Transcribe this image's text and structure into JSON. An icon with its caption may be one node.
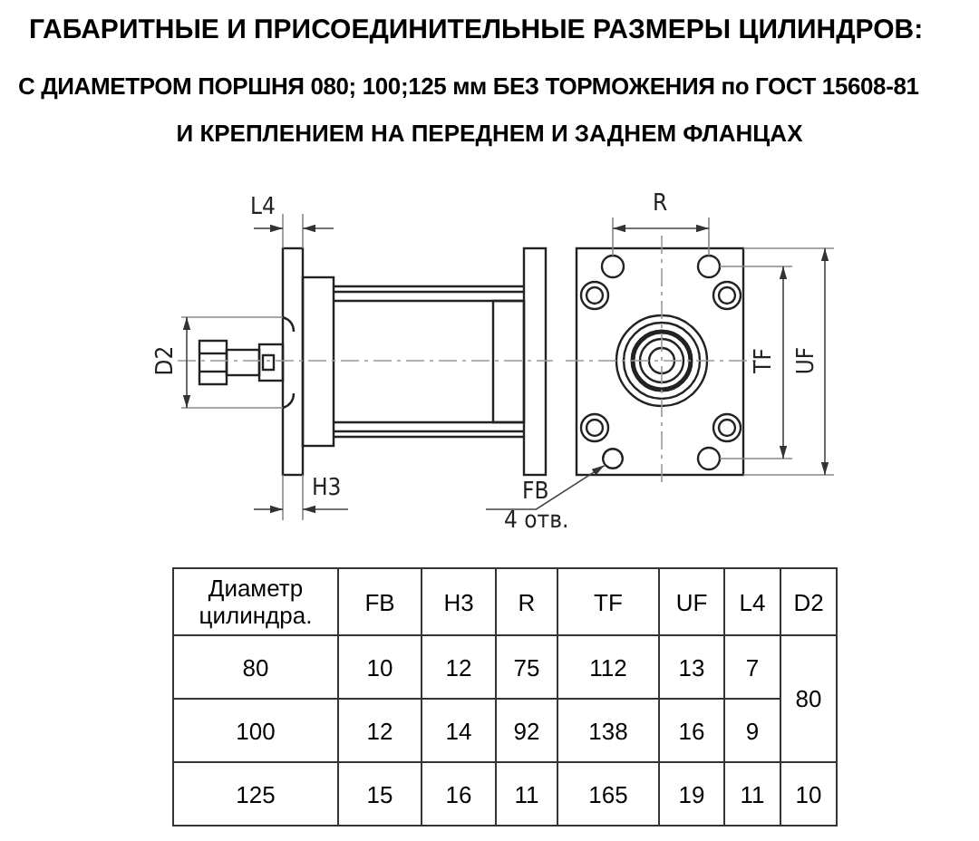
{
  "diagram": {
    "title": "ГАБАРИТНЫЕ И ПРИСОЕДИНИТЕЛЬНЫЕ РАЗМЕРЫ ЦИЛИНДРОВ:",
    "nodes": [
      {
        "text": [
          "FB",
          "4 отв."
        ]
      },
      {
        "text": [],
        "shape": "circle"
      }
    ],
    "edges": [
      {
        "from": 0,
        "to": 1,
        "arrow": "to"
      }
    ],
    "labels": [
      "С ДИАМЕТРОМ ПОРШНЯ 080; 100;125 мм БЕЗ ТОРМОЖЕНИЯ по ГОСТ 15608-81",
      "И КРЕПЛЕНИЕМ НА ПЕРЕДНЕМ И ЗАДНЕМ ФЛАНЦАХ",
      "L4",
      "D2",
      "H3",
      "R",
      "TF",
      "UF",
      "Диаметр цилиндра.",
      "FB",
      "H3",
      "R",
      "TF",
      "UF",
      "L4",
      "D2",
      "80",
      "10",
      "12",
      "75",
      "112",
      "13",
      "7",
      "80",
      "100",
      "12",
      "14",
      "92",
      "138",
      "16",
      "9",
      "125",
      "15",
      "16",
      "11",
      "165",
      "19",
      "11",
      "10"
    ]
  }
}
